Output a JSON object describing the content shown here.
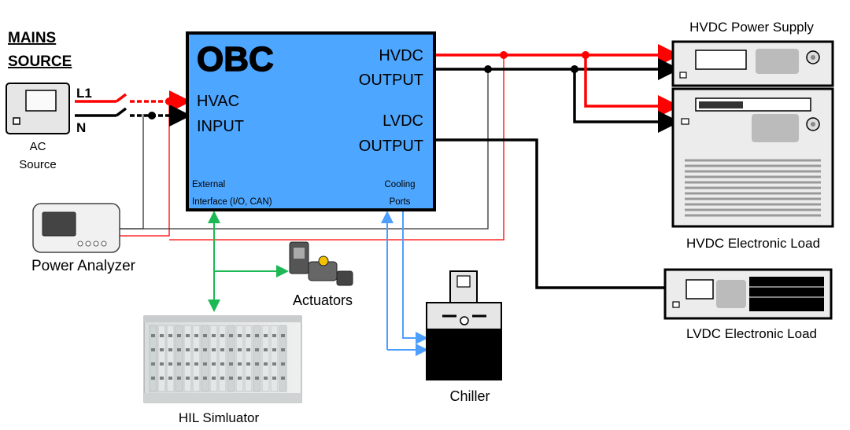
{
  "mains": {
    "line1": "MAINS",
    "line2": "SOURCE"
  },
  "ac_source": {
    "line1": "AC",
    "line2": "Source",
    "l1": "L1",
    "n": "N"
  },
  "obc": {
    "title": "OBC",
    "hvac_line1": "HVAC",
    "hvac_line2": "INPUT",
    "hvdc_line1": "HVDC",
    "hvdc_line2": "OUTPUT",
    "lvdc_line1": "LVDC",
    "lvdc_line2": "OUTPUT",
    "ext_line1": "External",
    "ext_line2": "Interface (I/O, CAN)",
    "cool_line1": "Cooling",
    "cool_line2": "Ports"
  },
  "power_analyzer": {
    "label": "Power Analyzer"
  },
  "actuators": {
    "label": "Actuators"
  },
  "hil": {
    "label": "HIL Simluator"
  },
  "chiller": {
    "label": "Chiller"
  },
  "hvdc_supply": {
    "label": "HVDC Power Supply"
  },
  "hvdc_load": {
    "label": "HVDC Electronic Load"
  },
  "lvdc_load": {
    "label": "LVDC Electronic Load"
  },
  "colors": {
    "obc_fill": "#4da6ff",
    "line_red": "#ff0000",
    "line_black": "#000000",
    "line_green": "#1db954",
    "line_blue": "#4d9fff"
  }
}
